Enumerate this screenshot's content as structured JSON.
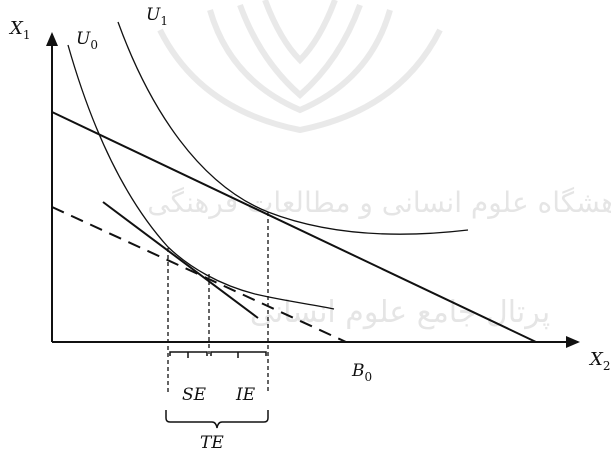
{
  "figure": {
    "axes": {
      "y_label": "X",
      "y_label_sub": "1",
      "x_label": "X",
      "x_label_sub": "2"
    },
    "curves": {
      "u0_label": "U",
      "u0_sub": "0",
      "u1_label": "U",
      "u1_sub": "1",
      "budget_label": "B",
      "budget_sub": "0"
    },
    "effects": {
      "substitution_label": "SE",
      "income_label": "IE",
      "total_label": "TE"
    },
    "watermark": {
      "line1": "پژوهشگاه علوم انسانی و مطالعات فرهنگی",
      "line2": "پرتال جامع علوم انسانی"
    }
  }
}
